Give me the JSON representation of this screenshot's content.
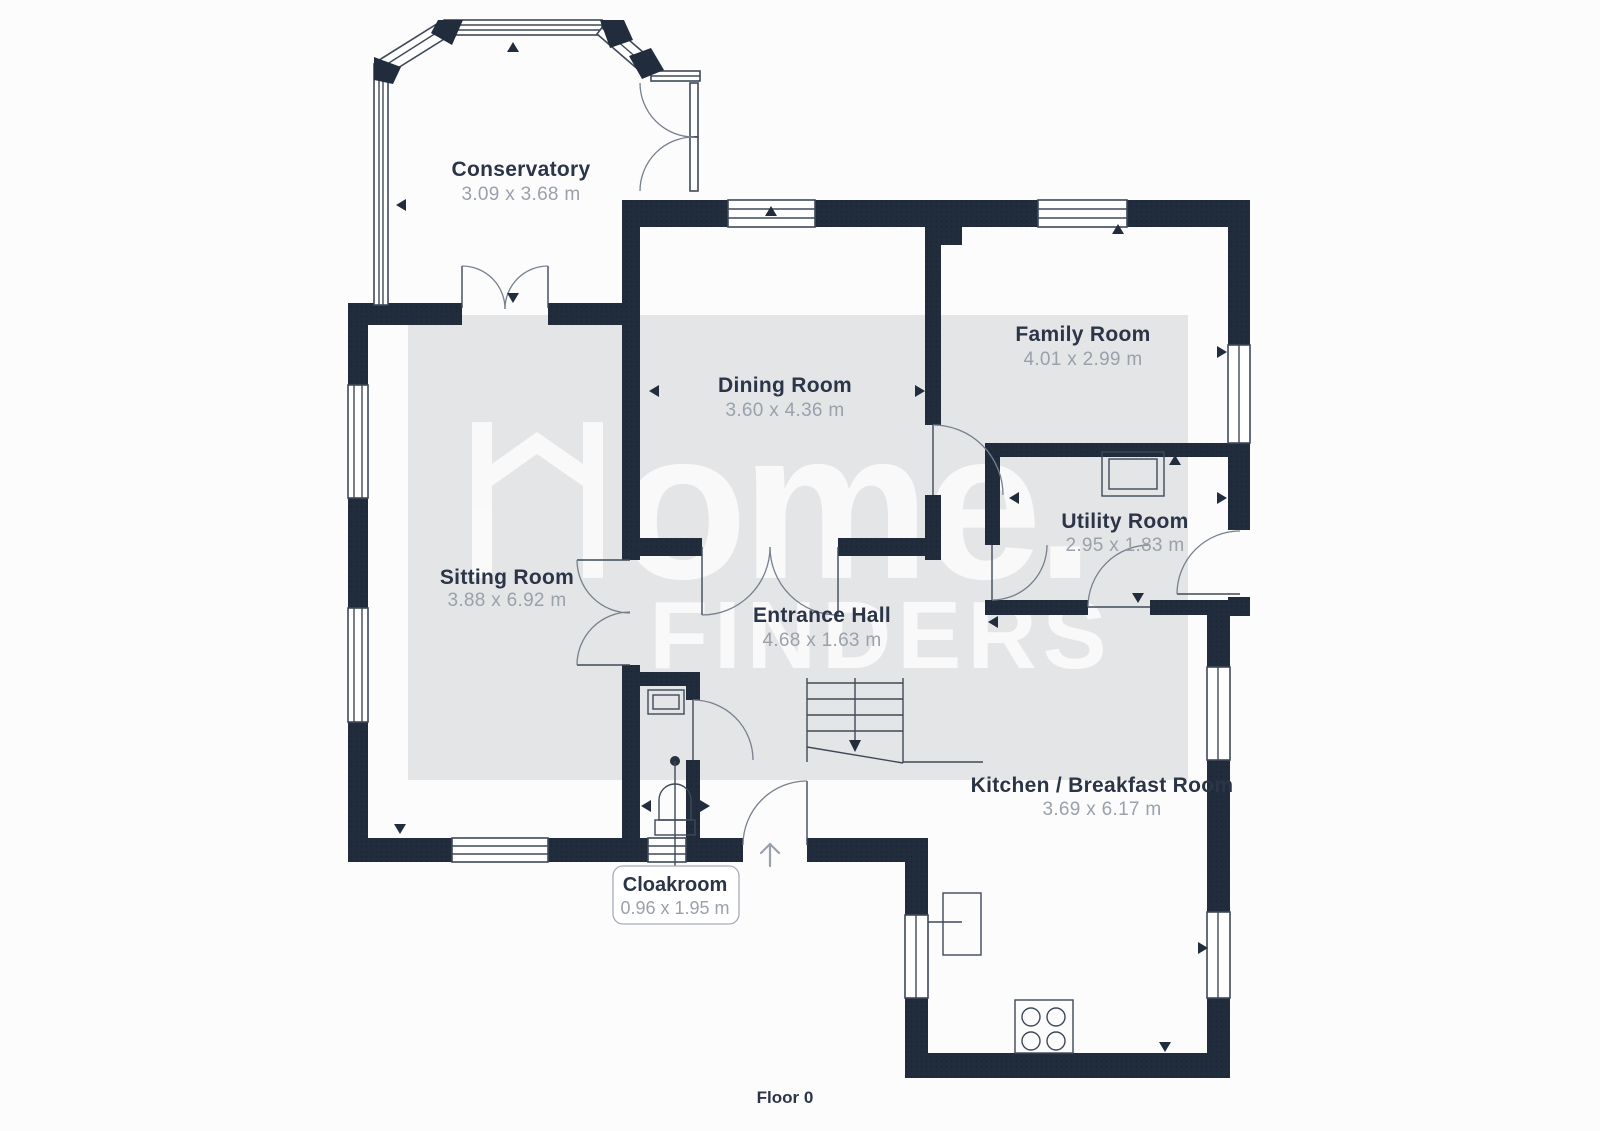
{
  "page": {
    "floor_label": "Floor 0"
  },
  "watermark": {
    "line1": "Home.",
    "line1_tail": "ome.",
    "line2": "FINDERS",
    "logo_icon": "house-roof-chevron"
  },
  "colors": {
    "wall": "#212d3c",
    "floor_shade": "#e4e5e7",
    "line": "#3e4959",
    "room_name": "#2b3547",
    "dimension_text": "#9aa1ab",
    "background": "#fcfcfd",
    "watermark": "#ffffff"
  },
  "rooms": [
    {
      "id": "conservatory",
      "name": "Conservatory",
      "dims": "3.09 x 3.68 m"
    },
    {
      "id": "dining-room",
      "name": "Dining Room",
      "dims": "3.60 x 4.36 m"
    },
    {
      "id": "family-room",
      "name": "Family Room",
      "dims": "4.01 x 2.99 m"
    },
    {
      "id": "sitting-room",
      "name": "Sitting Room",
      "dims": "3.88 x 6.92 m"
    },
    {
      "id": "entrance-hall",
      "name": "Entrance Hall",
      "dims": "4.68 x 1.63 m"
    },
    {
      "id": "utility-room",
      "name": "Utility Room",
      "dims": "2.95 x 1.83 m"
    },
    {
      "id": "kitchen",
      "name": "Kitchen / Breakfast Room",
      "dims": "3.69 x 6.17 m"
    },
    {
      "id": "cloakroom",
      "name": "Cloakroom",
      "dims": "0.96 x 1.95 m"
    }
  ],
  "icons": {
    "stairs": "staircase-up",
    "toilet": "wc-toilet",
    "basin": "hand-basin",
    "sink": "utility-sink",
    "hob": "four-ring-hob",
    "appliance": "kitchen-appliance",
    "entrance_arrow": "up-arrow"
  }
}
